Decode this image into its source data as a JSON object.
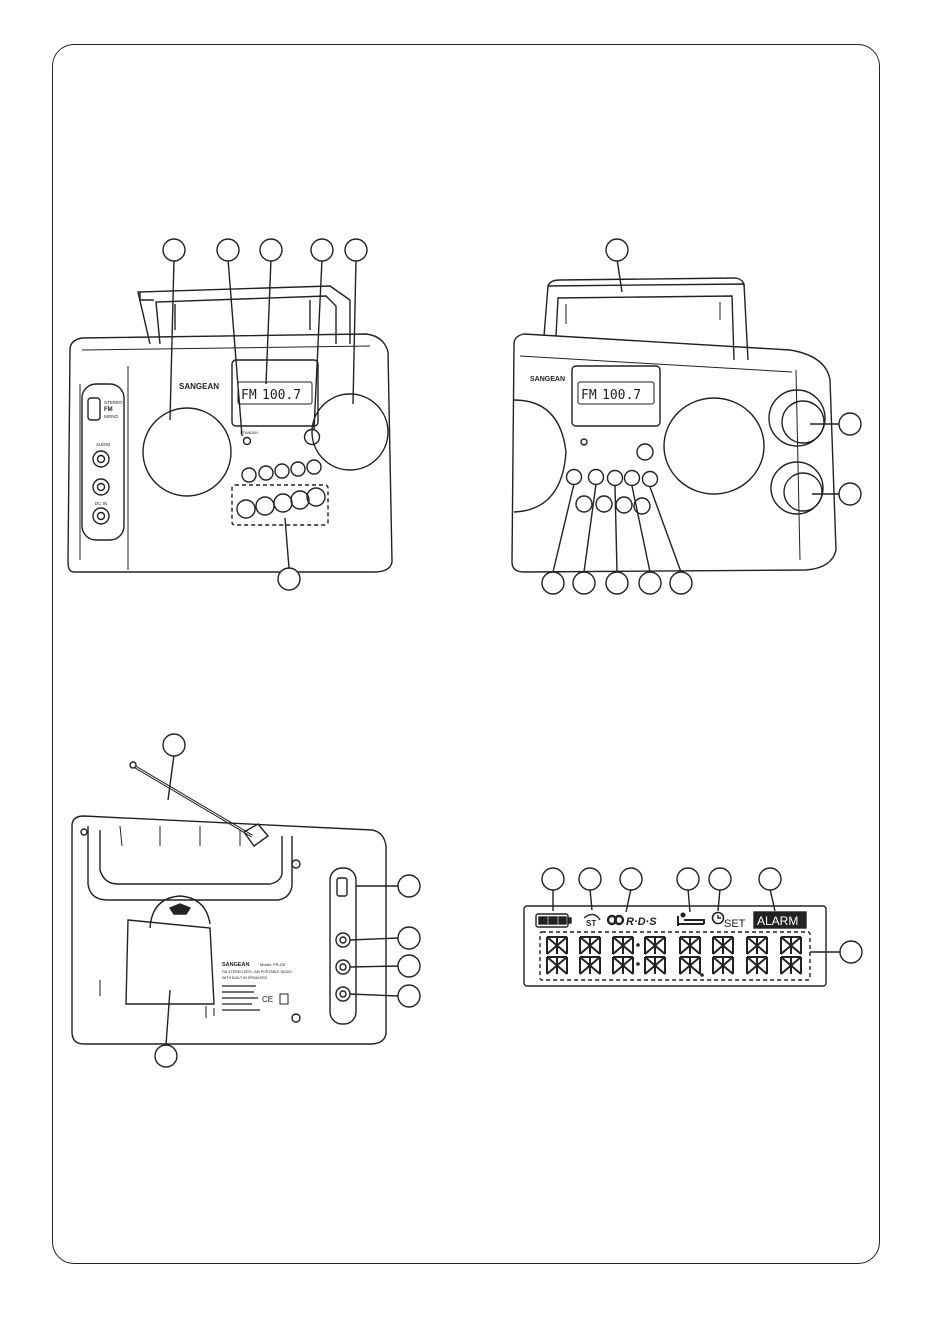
{
  "brand": "SANGEAN",
  "display": {
    "band": "FM",
    "frequency": "100.7"
  },
  "front_controls": {
    "standby": "STANDBY"
  },
  "side_panel": {
    "switch_top": "STEREO",
    "switch_mid": "FM",
    "switch_bottom": "MONO",
    "jack1": "AUDIO",
    "jack3": "DC IN"
  },
  "back_label": {
    "model": "Model: PR-D5",
    "line1": "FM STEREO RDS / AM PORTABLE RADIO",
    "line2": "WITH BUILT-IN SPEAKERS"
  },
  "lcd": {
    "rds": "R·D·S",
    "set": "SET",
    "alarm": "ALARM",
    "stereo": "ST",
    "marks": "CE"
  },
  "colors": {
    "stroke": "#222222",
    "fill": "#ffffff",
    "shade": "#e4e4e4"
  }
}
